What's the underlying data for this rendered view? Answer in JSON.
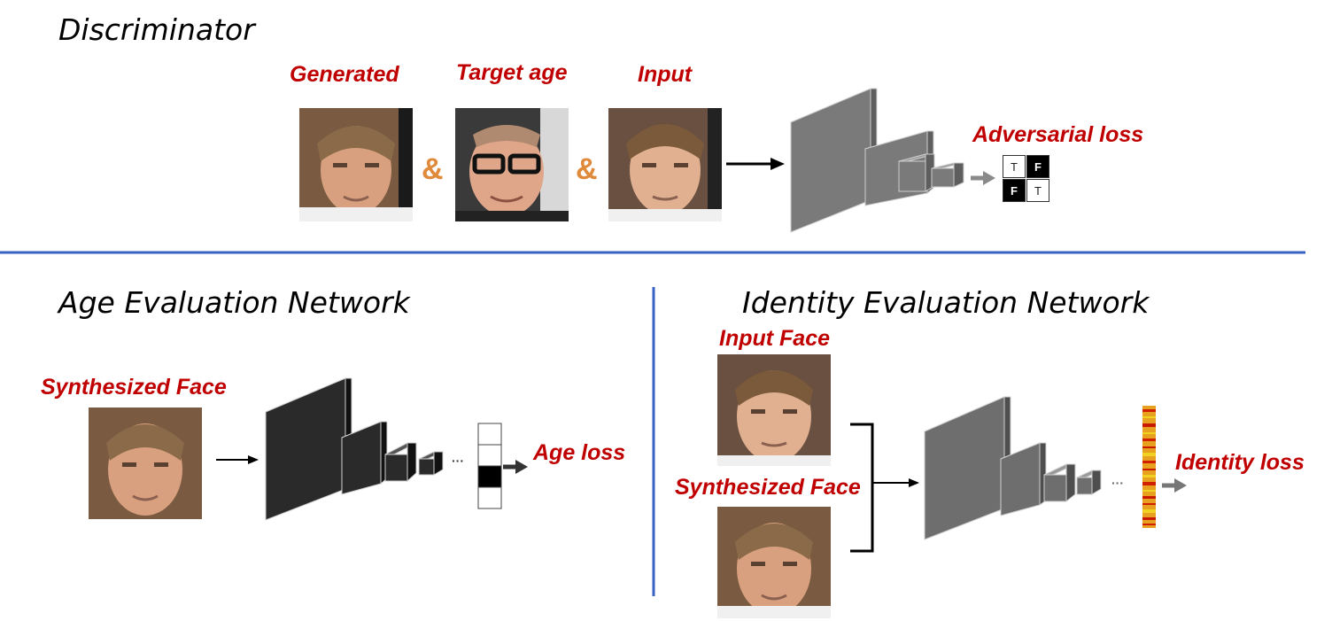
{
  "sections": {
    "discriminator": "Discriminator",
    "age_eval": "Age Evaluation Network",
    "identity_eval": "Identity Evaluation Network"
  },
  "labels": {
    "generated": "Generated",
    "target_age": "Target age",
    "input": "Input",
    "adversarial_loss": "Adversarial loss",
    "synthesized_face_age": "Synthesized Face",
    "age_loss": "Age  loss",
    "input_face": "Input Face",
    "synthesized_face_id": "Synthesized Face",
    "identity_loss": "Identity loss"
  },
  "concat_symbol": "&",
  "ellipsis": "···",
  "adversarial_grid": [
    "T",
    "F",
    "F",
    "T"
  ],
  "colors": {
    "label_red": "#c00000",
    "ampersand": "#e08a3c",
    "divider_blue": "#3a62c4",
    "net_gray": "#777777",
    "net_dark": "#2a2a2a"
  }
}
